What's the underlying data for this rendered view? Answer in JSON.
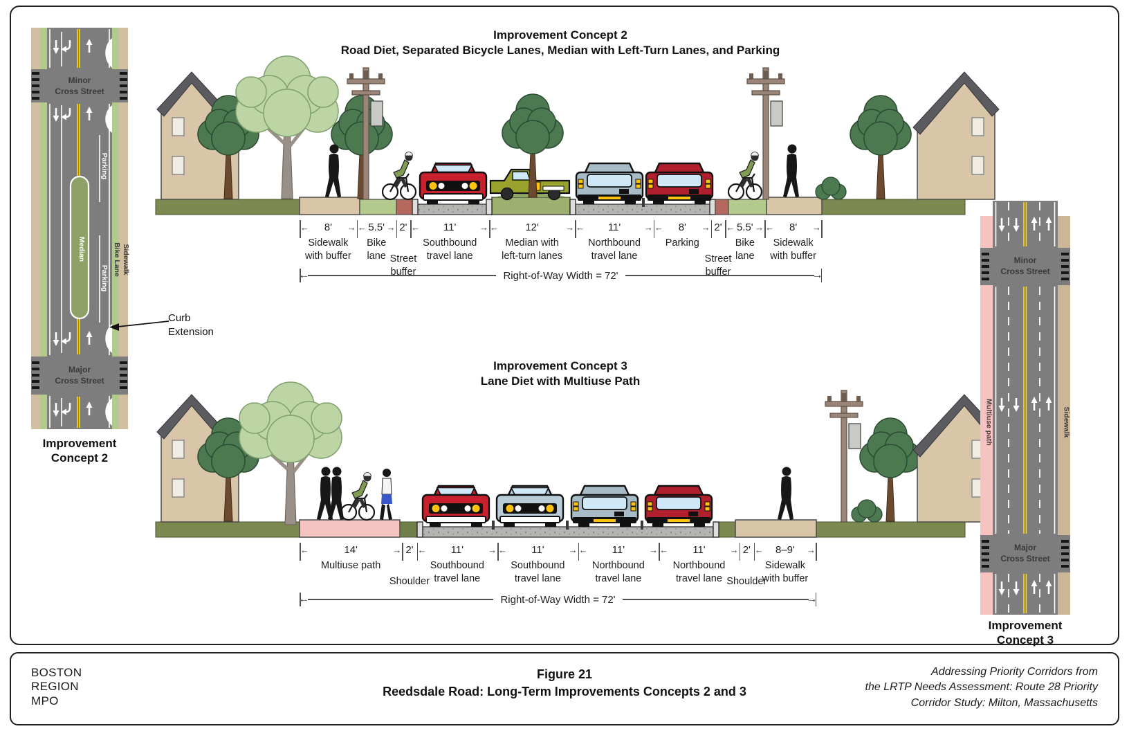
{
  "palette": {
    "plan_road": "#7d7d7d",
    "asphalt": "#b4b4b2",
    "sidewalk_tan": "#d9c6a8",
    "bike_lane_green": "#b2ca8b",
    "street_buffer_red": "#b5695e",
    "median_green": "#8fa167",
    "multiuse_pink": "#f6c5c2",
    "grass_green": "#7c8a52",
    "yellow_line": "#f7d117",
    "car_red": "#c8202d",
    "car_gray": "#a7bcc7",
    "truck_olive": "#99a22d"
  },
  "concept2": {
    "title": "Improvement Concept 2",
    "subtitle": "Road Diet, Separated Bicycle Lanes, Median with Left-Turn Lanes, and Parking",
    "row_label": "Right-of-Way Width = 72'",
    "segments": [
      {
        "ft": 8,
        "w": "8'",
        "label": "Sidewalk\nwith buffer"
      },
      {
        "ft": 5.5,
        "w": "5.5'",
        "label": "Bike\nlane"
      },
      {
        "ft": 2,
        "w": "2'",
        "label": "Street\nbuffer"
      },
      {
        "ft": 11,
        "w": "11'",
        "label": "Southbound\ntravel lane"
      },
      {
        "ft": 12,
        "w": "12'",
        "label": "Median with\nleft-turn lanes"
      },
      {
        "ft": 11,
        "w": "11'",
        "label": "Northbound\ntravel lane"
      },
      {
        "ft": 8,
        "w": "8'",
        "label": "Parking"
      },
      {
        "ft": 2,
        "w": "2'",
        "label": "Street\nbuffer"
      },
      {
        "ft": 5.5,
        "w": "5.5'",
        "label": "Bike\nlane"
      },
      {
        "ft": 8,
        "w": "8'",
        "label": "Sidewalk\nwith buffer"
      }
    ]
  },
  "concept3": {
    "title": "Improvement Concept 3",
    "subtitle": "Lane Diet with Multiuse Path",
    "row_label": "Right-of-Way Width = 72'",
    "segments": [
      {
        "ft": 14,
        "w": "14'",
        "label": "Multiuse path"
      },
      {
        "ft": 2,
        "w": "2'",
        "label": "Shoulder"
      },
      {
        "ft": 11,
        "w": "11'",
        "label": "Southbound\ntravel lane"
      },
      {
        "ft": 11,
        "w": "11'",
        "label": "Southbound\ntravel lane"
      },
      {
        "ft": 11,
        "w": "11'",
        "label": "Northbound\ntravel lane"
      },
      {
        "ft": 11,
        "w": "11'",
        "label": "Northbound\ntravel lane"
      },
      {
        "ft": 2,
        "w": "2'",
        "label": "Shoulder"
      },
      {
        "ft": 8.5,
        "w": "8–9'",
        "label": "Sidewalk\nwith buffer"
      }
    ]
  },
  "plan2": {
    "minor_line1": "Minor",
    "minor_line2": "Cross Street",
    "major_line1": "Major",
    "major_line2": "Cross Street",
    "parking": "Parking",
    "median": "Median",
    "bike_lane": "Bike Lane",
    "sidewalk": "Sidewalk",
    "caption": "Improvement\nConcept 2",
    "curb_callout": "Curb\nExtension"
  },
  "plan3": {
    "minor_line1": "Minor",
    "minor_line2": "Cross Street",
    "major_line1": "Major",
    "major_line2": "Cross Street",
    "multiuse": "Multiuse path",
    "sidewalk": "Sidewalk",
    "caption": "Improvement\nConcept 3"
  },
  "footer": {
    "org": "BOSTON\nREGION\nMPO",
    "figure_label": "Figure 21",
    "figure_title": "Reedsdale Road: Long-Term Improvements Concepts 2 and 3",
    "credit": "Addressing Priority Corridors from\nthe LRTP Needs Assessment: Route 28 Priority\nCorridor Study: Milton, Massachusetts"
  }
}
